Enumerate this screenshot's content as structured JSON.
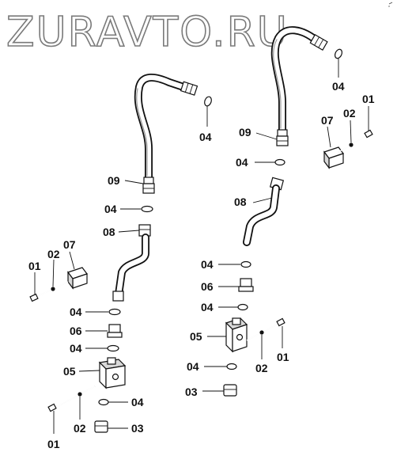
{
  "watermark": "ZURAVTO.RU",
  "left_assembly": {
    "labels": {
      "hose": "09",
      "oring_top": "04",
      "oring_a": "04",
      "pipe": "08",
      "bracket": "07",
      "washer_b": "02",
      "bolt_b": "01",
      "oring_b": "04",
      "adapter": "06",
      "oring_c": "04",
      "block": "05",
      "oring_d": "04",
      "plug": "03",
      "washer": "02",
      "bolt": "01"
    }
  },
  "right_assembly": {
    "labels": {
      "oring_top": "04",
      "bolt_b": "01",
      "washer_b": "02",
      "bracket": "07",
      "hose": "09",
      "oring_a": "04",
      "pipe": "08",
      "oring_b": "04",
      "adapter": "06",
      "oring_c": "04",
      "block": "05",
      "bolt": "01",
      "oring_d": "04",
      "washer": "02",
      "plug": "03"
    }
  }
}
